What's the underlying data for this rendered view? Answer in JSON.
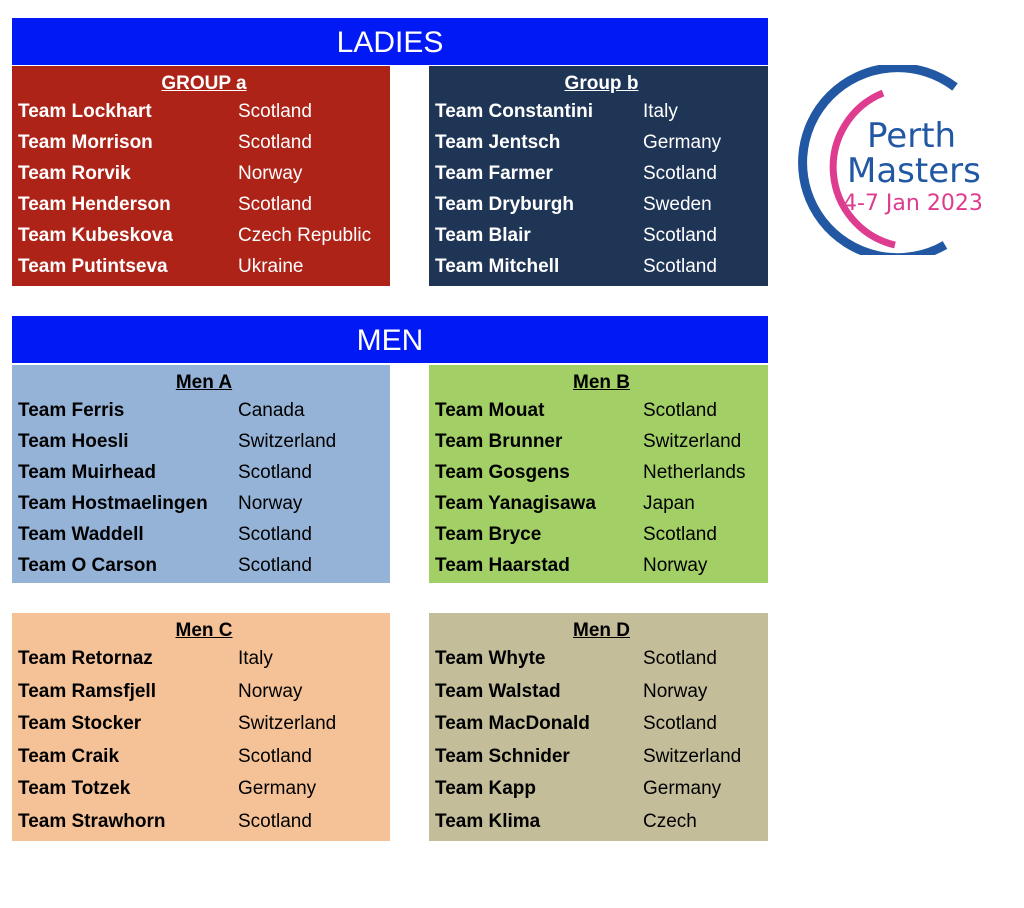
{
  "ladies": {
    "title": "LADIES",
    "groups": [
      {
        "title": "GROUP a",
        "teams": [
          [
            "Team Lockhart",
            "Scotland"
          ],
          [
            "Team Morrison",
            "Scotland"
          ],
          [
            "Team Rorvik",
            "Norway"
          ],
          [
            "Team Henderson",
            "Scotland"
          ],
          [
            "Team Kubeskova",
            "Czech Republic"
          ],
          [
            "Team Putintseva",
            "Ukraine"
          ]
        ]
      },
      {
        "title": "Group b",
        "teams": [
          [
            "Team Constantini",
            "Italy"
          ],
          [
            "Team Jentsch",
            "Germany"
          ],
          [
            "Team Farmer",
            "Scotland"
          ],
          [
            "Team Dryburgh",
            "Sweden"
          ],
          [
            "Team Blair",
            "Scotland"
          ],
          [
            "Team Mitchell",
            "Scotland"
          ]
        ]
      }
    ]
  },
  "men": {
    "title": "MEN",
    "groups": [
      {
        "title": "Men A",
        "teams": [
          [
            "Team Ferris",
            "Canada"
          ],
          [
            "Team Hoesli",
            "Switzerland"
          ],
          [
            "Team Muirhead",
            "Scotland"
          ],
          [
            "Team Hostmaelingen",
            "Norway"
          ],
          [
            "Team Waddell",
            "Scotland"
          ],
          [
            "Team O Carson",
            "Scotland"
          ]
        ]
      },
      {
        "title": "Men B",
        "teams": [
          [
            "Team Mouat",
            "Scotland"
          ],
          [
            "Team Brunner",
            "Switzerland"
          ],
          [
            "Team Gosgens",
            "Netherlands"
          ],
          [
            "Team Yanagisawa",
            "Japan"
          ],
          [
            "Team Bryce",
            "Scotland"
          ],
          [
            "Team Haarstad",
            "Norway"
          ]
        ]
      },
      {
        "title": "Men C",
        "teams": [
          [
            "Team Retornaz",
            "Italy"
          ],
          [
            "Team Ramsfjell",
            "Norway"
          ],
          [
            "Team Stocker",
            "Switzerland"
          ],
          [
            "Team Craik",
            "Scotland"
          ],
          [
            "Team Totzek",
            "Germany"
          ],
          [
            "Team Strawhorn",
            "Scotland"
          ]
        ]
      },
      {
        "title": "Men D",
        "teams": [
          [
            "Team Whyte",
            "Scotland"
          ],
          [
            "Team Walstad",
            "Norway"
          ],
          [
            "Team MacDonald",
            "Scotland"
          ],
          [
            "Team Schnider",
            "Switzerland"
          ],
          [
            "Team Kapp",
            "Germany"
          ],
          [
            "Team Klima",
            "Czech"
          ]
        ]
      }
    ]
  },
  "logo": {
    "line1": "Perth",
    "line2": "Masters",
    "line3": "4-7 Jan 2023"
  },
  "colors": {
    "header": "#0019f5",
    "group_a": "#ae2318",
    "group_b": "#1f3556",
    "men_a": "#95b3d7",
    "men_b": "#a2cf66",
    "men_c": "#f5c297",
    "men_d": "#c4bd9a"
  }
}
